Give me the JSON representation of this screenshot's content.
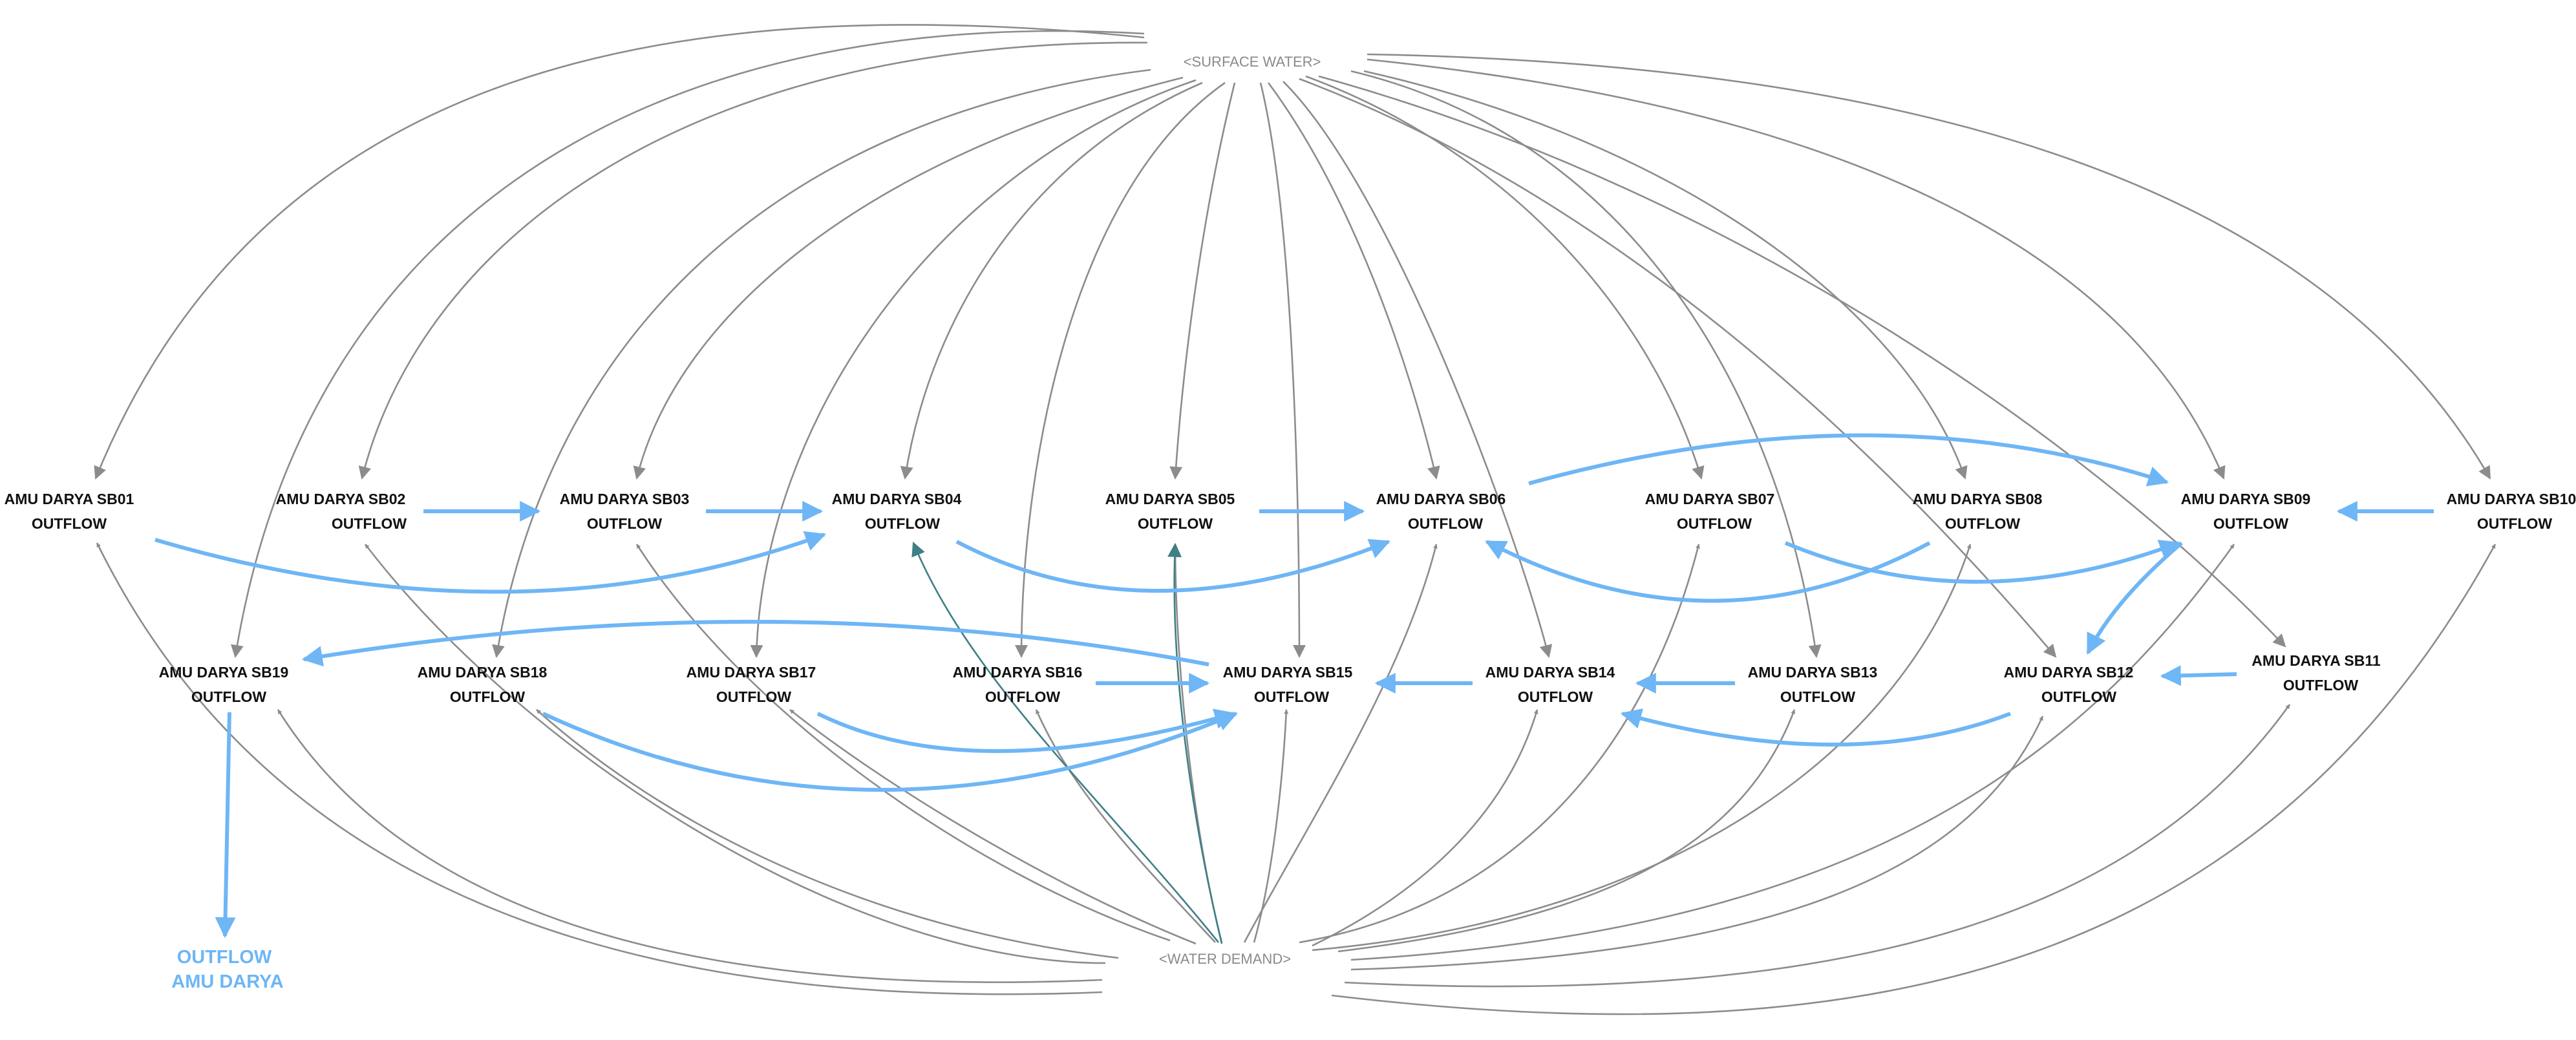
{
  "shadow_variables": {
    "top": "<SURFACE WATER>",
    "bottom": "<WATER DEMAND>"
  },
  "outflow_nodes": [
    {
      "id": "sb01",
      "line1": "AMU DARYA SB01",
      "line2": "OUTFLOW"
    },
    {
      "id": "sb02",
      "line1": "AMU DARYA SB02",
      "line2": "OUTFLOW"
    },
    {
      "id": "sb03",
      "line1": "AMU DARYA SB03",
      "line2": "OUTFLOW"
    },
    {
      "id": "sb04",
      "line1": "AMU DARYA SB04",
      "line2": "OUTFLOW"
    },
    {
      "id": "sb05",
      "line1": "AMU DARYA SB05",
      "line2": "OUTFLOW"
    },
    {
      "id": "sb06",
      "line1": "AMU DARYA SB06",
      "line2": "OUTFLOW"
    },
    {
      "id": "sb07",
      "line1": "AMU DARYA SB07",
      "line2": "OUTFLOW"
    },
    {
      "id": "sb08",
      "line1": "AMU DARYA SB08",
      "line2": "OUTFLOW"
    },
    {
      "id": "sb09",
      "line1": "AMU DARYA SB09",
      "line2": "OUTFLOW"
    },
    {
      "id": "sb10",
      "line1": "AMU DARYA SB10",
      "line2": "OUTFLOW"
    },
    {
      "id": "sb11",
      "line1": "AMU DARYA SB11",
      "line2": "OUTFLOW"
    },
    {
      "id": "sb12",
      "line1": "AMU DARYA SB12",
      "line2": "OUTFLOW"
    },
    {
      "id": "sb13",
      "line1": "AMU DARYA SB13",
      "line2": "OUTFLOW"
    },
    {
      "id": "sb14",
      "line1": "AMU DARYA SB14",
      "line2": "OUTFLOW"
    },
    {
      "id": "sb15",
      "line1": "AMU DARYA SB15",
      "line2": "OUTFLOW"
    },
    {
      "id": "sb16",
      "line1": "AMU DARYA SB16",
      "line2": "OUTFLOW"
    },
    {
      "id": "sb17",
      "line1": "AMU DARYA SB17",
      "line2": "OUTFLOW"
    },
    {
      "id": "sb18",
      "line1": "AMU DARYA SB18",
      "line2": "OUTFLOW"
    },
    {
      "id": "sb19",
      "line1": "AMU DARYA SB19",
      "line2": "OUTFLOW"
    }
  ],
  "final_outflow": {
    "line1": "OUTFLOW",
    "line2": "AMU DARYA"
  },
  "colors": {
    "gray_link": "#8c8c8c",
    "flow_link": "#6eb6f5",
    "teal_link": "#3f7f86",
    "final_outflow_text": "#6eb6f5"
  }
}
